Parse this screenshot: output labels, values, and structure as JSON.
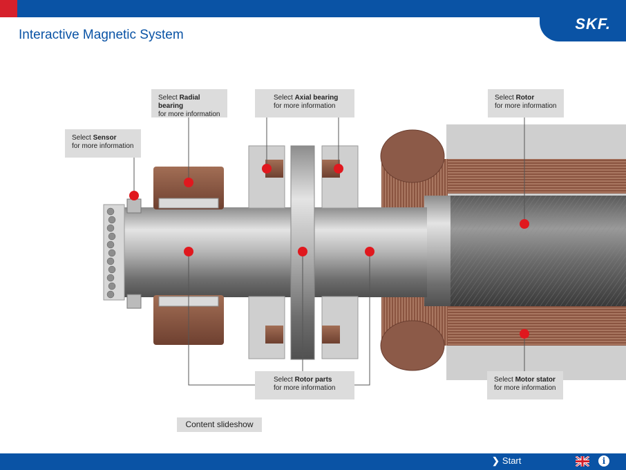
{
  "header": {
    "title": "Interactive Magnetic System",
    "logo": "SKF."
  },
  "labels": {
    "sensor": {
      "prefix": "Select ",
      "name": "Sensor",
      "sub": "for more information"
    },
    "radial": {
      "prefix": "Select ",
      "name": "Radial bearing",
      "sub": "for more information"
    },
    "axial": {
      "prefix": "Select ",
      "name": "Axial bearing",
      "sub": "for more information"
    },
    "rotor": {
      "prefix": "Select ",
      "name": "Rotor",
      "sub": "for more information"
    },
    "rotor_parts": {
      "prefix": "Select ",
      "name": "Rotor parts",
      "sub": "for more information"
    },
    "stator": {
      "prefix": "Select ",
      "name": "Motor stator",
      "sub": "for more information"
    }
  },
  "slideshow_label": "Content slideshow",
  "footer": {
    "start_label": "Start",
    "start_icon": "chevron-right-icon",
    "language_icon": "uk-flag-icon",
    "info_label": "i"
  },
  "colors": {
    "brand_blue": "#0a53a5",
    "accent_red": "#d6202b",
    "hotspot": "#e0181e"
  }
}
